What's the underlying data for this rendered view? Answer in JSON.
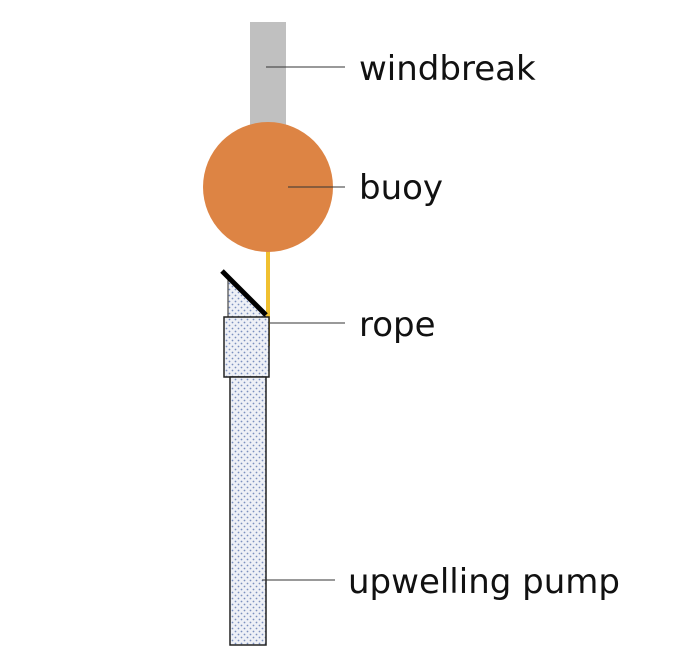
{
  "diagram": {
    "labels": {
      "windbreak": "windbreak",
      "buoy": "buoy",
      "rope": "rope",
      "pump": "upwelling pump"
    },
    "colors": {
      "windbreak": "#c0c0c0",
      "buoy": "#dd8444",
      "rope": "#f0c030",
      "pump_fill": "#eef0f6",
      "pump_dots": "#7b8fbf",
      "outline": "#222222",
      "leader": "#333333"
    }
  }
}
